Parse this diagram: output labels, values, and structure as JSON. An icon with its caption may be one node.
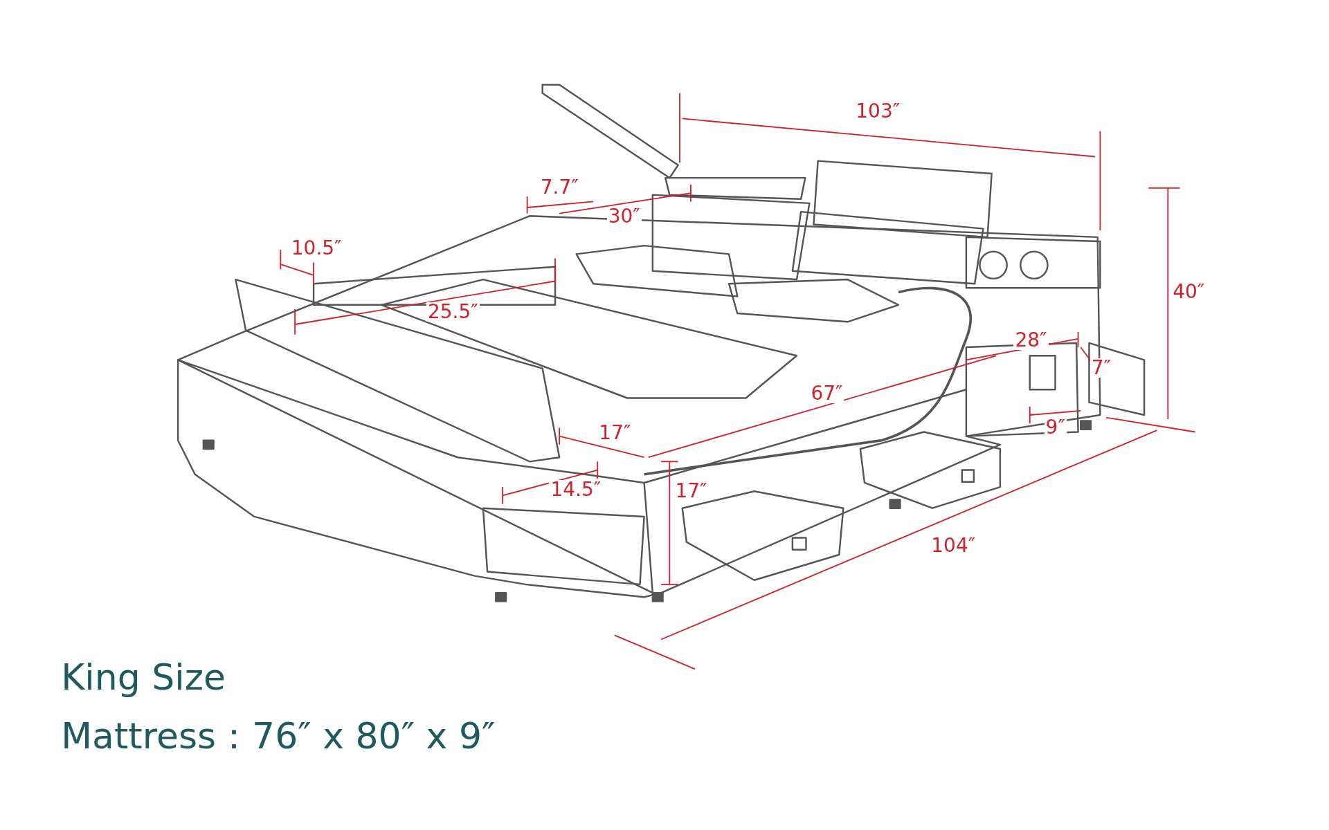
{
  "diagram": {
    "title": "King Size",
    "caption": "Mattress：76″ x 80″ x 9″",
    "labels": [
      "103″",
      "7.7″",
      "30″",
      "40″",
      "10.5″",
      "25.5″",
      "28″",
      "7″",
      "67″",
      "17″",
      "9″",
      "17″",
      "14.5″",
      "104″"
    ]
  }
}
